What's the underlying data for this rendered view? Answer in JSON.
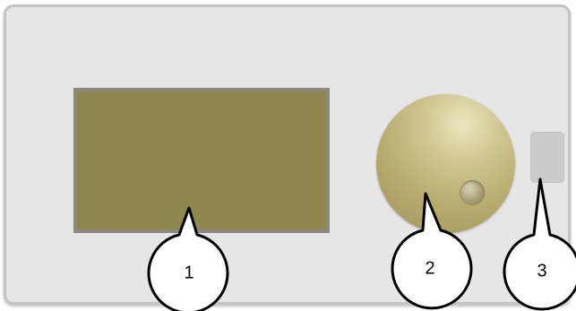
{
  "callouts": {
    "display": "1",
    "knob": "2",
    "indicator": "3"
  }
}
